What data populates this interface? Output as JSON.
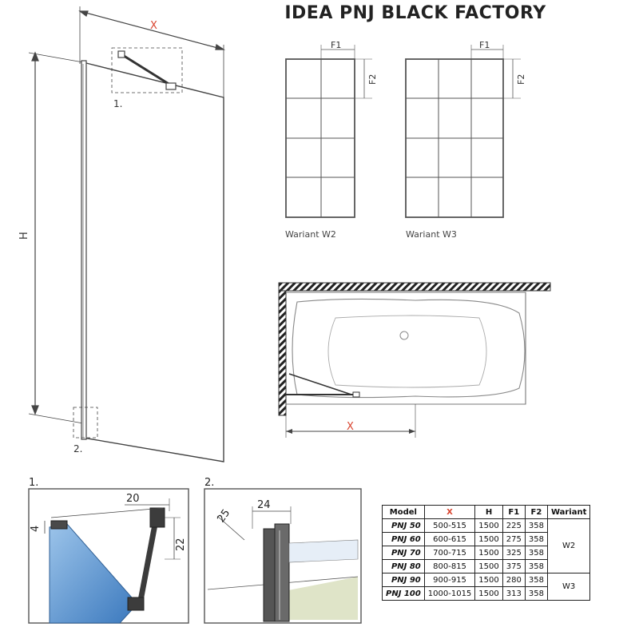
{
  "title": "IDEA PNJ BLACK FACTORY",
  "labels": {
    "x_top": "X",
    "h": "H",
    "callout_1": "1.",
    "callout_2": "2.",
    "f1_w2": "F1",
    "f2_w2": "F2",
    "f1_w3": "F1",
    "f2_w3": "F2",
    "wariant_w2": "Wariant W2",
    "wariant_w3": "Wariant W3",
    "x_plan": "X",
    "detail1_title": "1.",
    "detail2_title": "2.",
    "d1_20": "20",
    "d1_4": "4",
    "d1_22": "22",
    "d2_24": "24",
    "d2_25": "25"
  },
  "colors": {
    "line": "#444444",
    "accent_red": "#d9442f",
    "glass_blue": "#4a86c6",
    "floor_tint": "#dfe4c8",
    "frame": "#333333"
  },
  "table": {
    "headers": [
      "Model",
      "X",
      "H",
      "F1",
      "F2",
      "Wariant"
    ],
    "rows": [
      {
        "model": "PNJ 50",
        "x": "500-515",
        "h": "1500",
        "f1": "225",
        "f2": "358"
      },
      {
        "model": "PNJ 60",
        "x": "600-615",
        "h": "1500",
        "f1": "275",
        "f2": "358"
      },
      {
        "model": "PNJ 70",
        "x": "700-715",
        "h": "1500",
        "f1": "325",
        "f2": "358"
      },
      {
        "model": "PNJ 80",
        "x": "800-815",
        "h": "1500",
        "f1": "375",
        "f2": "358"
      },
      {
        "model": "PNJ 90",
        "x": "900-915",
        "h": "1500",
        "f1": "280",
        "f2": "358"
      },
      {
        "model": "PNJ 100",
        "x": "1000-1015",
        "h": "1500",
        "f1": "313",
        "f2": "358"
      }
    ],
    "variants": [
      "W2",
      "W3"
    ]
  }
}
